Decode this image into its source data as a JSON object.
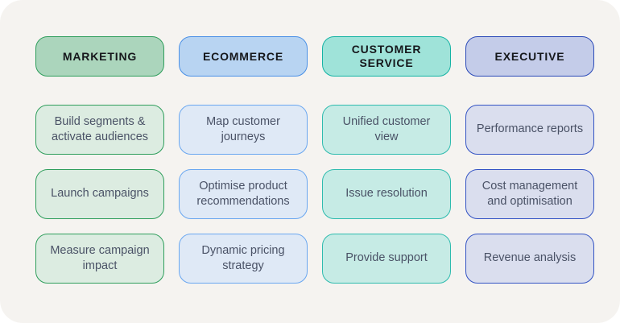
{
  "page": {
    "background": "#f5f3f0",
    "outer_background": "#ffffff",
    "header_text_color": "#15171b",
    "card_text_color": "#4a5266"
  },
  "columns": [
    {
      "id": "marketing",
      "header": "MARKETING",
      "colors": {
        "header_bg": "#abd5bc",
        "header_border": "#2f9e5c",
        "card_bg": "#dcece1",
        "card_border": "#2f9e5c"
      },
      "cards": [
        "Build segments & activate audiences",
        "Launch campaigns",
        "Measure campaign impact"
      ]
    },
    {
      "id": "ecommerce",
      "header": "ECOMMERCE",
      "colors": {
        "header_bg": "#b8d4f2",
        "header_border": "#4a90e6",
        "card_bg": "#dfe9f6",
        "card_border": "#6aa7f0"
      },
      "cards": [
        "Map customer journeys",
        "Optimise product recommendations",
        "Dynamic pricing strategy"
      ]
    },
    {
      "id": "customer-service",
      "header": "CUSTOMER SERVICE",
      "colors": {
        "header_bg": "#9fe3d9",
        "header_border": "#14b3a4",
        "card_bg": "#c6ebe5",
        "card_border": "#2ebbae"
      },
      "cards": [
        "Unified customer view",
        "Issue resolution",
        "Provide support"
      ]
    },
    {
      "id": "executive",
      "header": "EXECUTIVE",
      "colors": {
        "header_bg": "#c4cce9",
        "header_border": "#2b4ab8",
        "card_bg": "#dadeee",
        "card_border": "#3353c4"
      },
      "cards": [
        "Performance reports",
        "Cost management and optimisation",
        "Revenue analysis"
      ]
    }
  ]
}
